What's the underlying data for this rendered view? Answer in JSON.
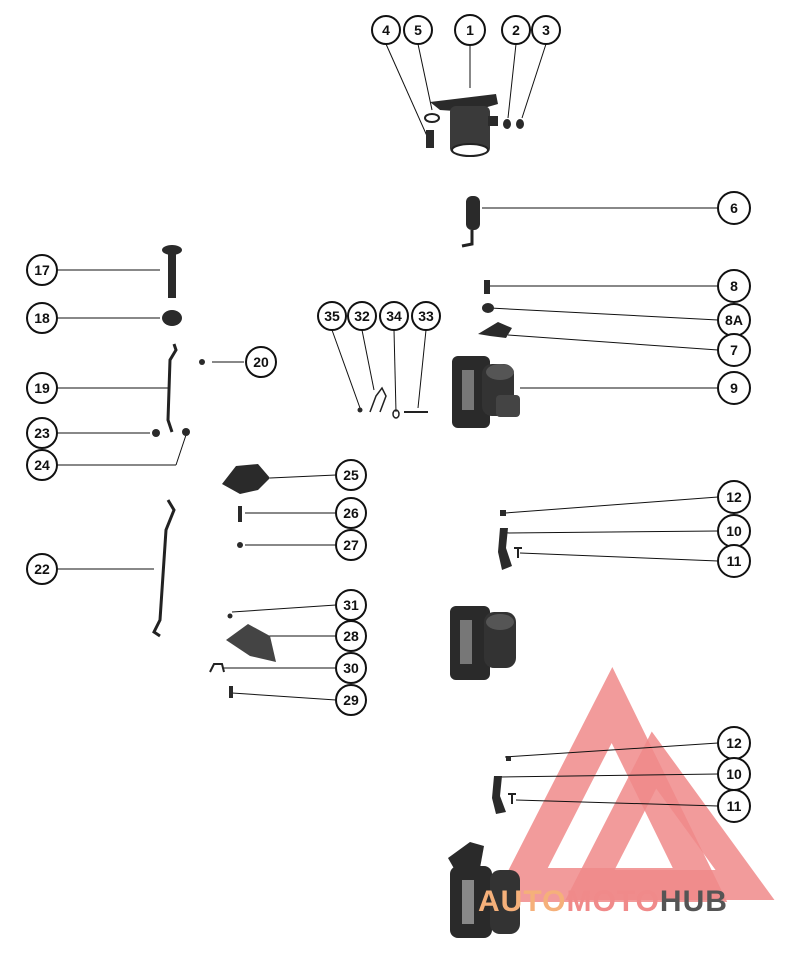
{
  "callouts": {
    "c1": "1",
    "c2": "2",
    "c3": "3",
    "c4": "4",
    "c5": "5",
    "c6": "6",
    "c7": "7",
    "c8": "8",
    "c8a": "8A",
    "c9": "9",
    "c10a": "10",
    "c11a": "11",
    "c12a": "12",
    "c10b": "10",
    "c11b": "11",
    "c12b": "12",
    "c17": "17",
    "c18": "18",
    "c19": "19",
    "c20": "20",
    "c22": "22",
    "c23": "23",
    "c24": "24",
    "c25": "25",
    "c26": "26",
    "c27": "27",
    "c28": "28",
    "c29": "29",
    "c30": "30",
    "c31": "31",
    "c32": "32",
    "c33": "33",
    "c34": "34",
    "c35": "35"
  },
  "watermark": {
    "part1": "AUTO",
    "part2": "MOTO",
    "part3": "HUB",
    "color_primary": "#f08a8a",
    "color_secondary": "#f5b07a",
    "color_dark": "#555555"
  },
  "colors": {
    "ink": "#111111",
    "part_fill": "#2a2a2a"
  }
}
